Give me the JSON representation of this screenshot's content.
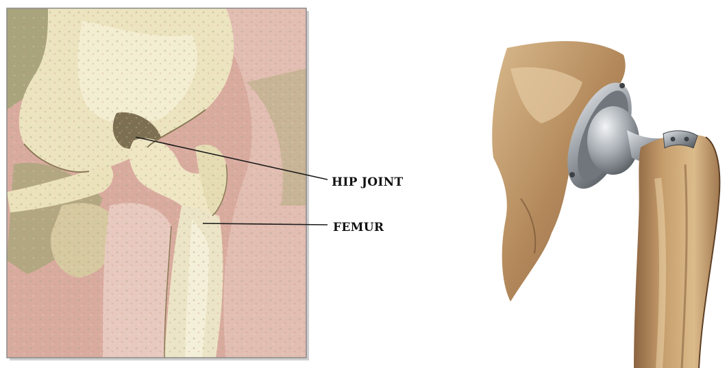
{
  "labels": {
    "hip_joint": "HIP JOINT",
    "femur": "FEMUR"
  },
  "colors": {
    "bone_light": "#efe6c4",
    "bone_shadow": "#b7ab7d",
    "tissue_pink": "#dcb0a6",
    "tissue_green": "#a7a97a",
    "frame_border": "#8a8a8a",
    "implant_metal": "#9aa0a6",
    "implant_dark": "#4e5358",
    "bone_tan": "#c79f6e",
    "bone_tan_dark": "#8c6440"
  },
  "icons": {
    "left_illustration": "natural-hip-anatomy",
    "right_illustration": "hip-replacement-implant"
  }
}
